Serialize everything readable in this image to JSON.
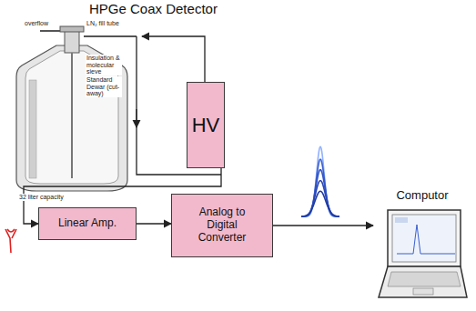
{
  "diagram": {
    "title": "HPGe Coax Detector",
    "nodes": [
      {
        "text": [
          "HV"
        ]
      },
      {
        "text": [
          "Linear Amp."
        ]
      },
      {
        "text": [
          "Analog to Digital Converter"
        ]
      },
      {
        "text": [
          "Computor"
        ]
      }
    ],
    "edges": [
      {
        "from": 0,
        "to": 1,
        "arrow": "to"
      },
      {
        "from": 1,
        "to": 2,
        "arrow": "to"
      },
      {
        "from": 2,
        "to": 3,
        "arrow": "to"
      }
    ],
    "labels": [
      "overflow",
      "LN₂ fill tube",
      "Insulation & molecular sieve",
      "Standard Dewar (cut-away)",
      "32 liter capacity"
    ]
  }
}
